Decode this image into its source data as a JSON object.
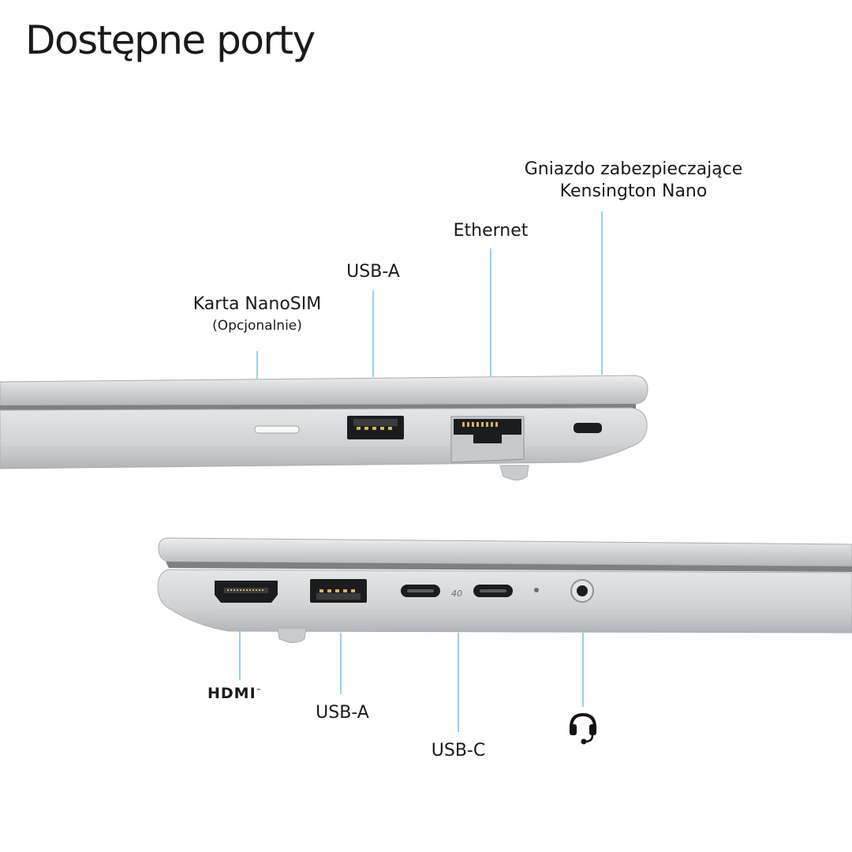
{
  "title": "Dostępne porty",
  "top_side": {
    "labels": {
      "nanosim": "Karta NanoSIM",
      "nanosim_note": "(Opcjonalnie)",
      "usb_a": "USB-A",
      "ethernet": "Ethernet",
      "kensington_line1": "Gniazdo zabezpieczające",
      "kensington_line2": "Kensington Nano"
    }
  },
  "bottom_side": {
    "labels": {
      "hdmi": "HDMI",
      "usb_a": "USB-A",
      "usb_c": "USB-C",
      "usb_c_speed": "40",
      "headset": "headset-icon"
    }
  },
  "colors": {
    "leader_line": "#5bb8e8",
    "chassis": "#d3d5d7"
  }
}
